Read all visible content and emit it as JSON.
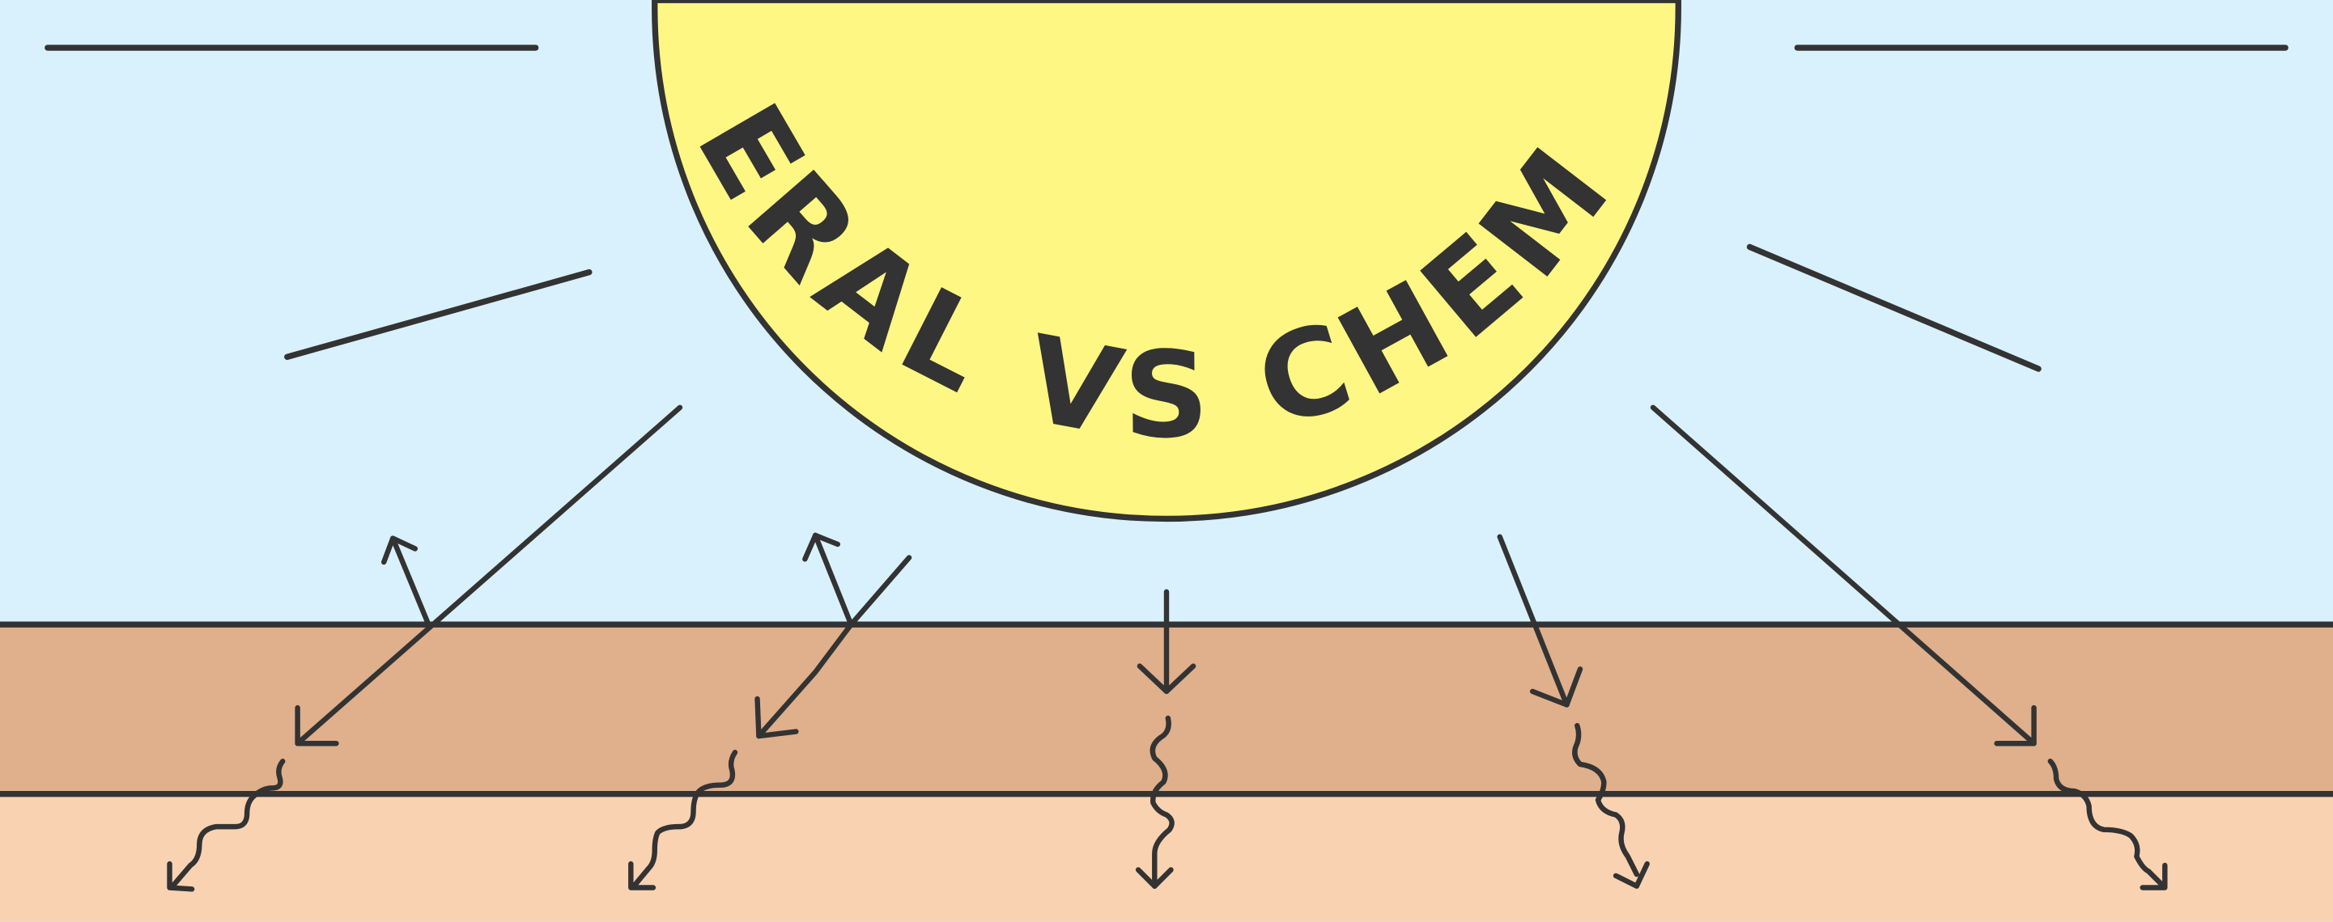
{
  "title": "MINERAL VS CHEMICAL",
  "colors": {
    "sky": "#d9f1fd",
    "sun": "#fff783",
    "outline": "#333333",
    "upper_layer": "#dfb08b",
    "lower_layer": "#f9d2b2"
  },
  "icons": [
    "sun",
    "sun-rays",
    "reflected-ray-arrows",
    "absorbed-ray-arrows",
    "converted-heat-wave-arrows"
  ]
}
